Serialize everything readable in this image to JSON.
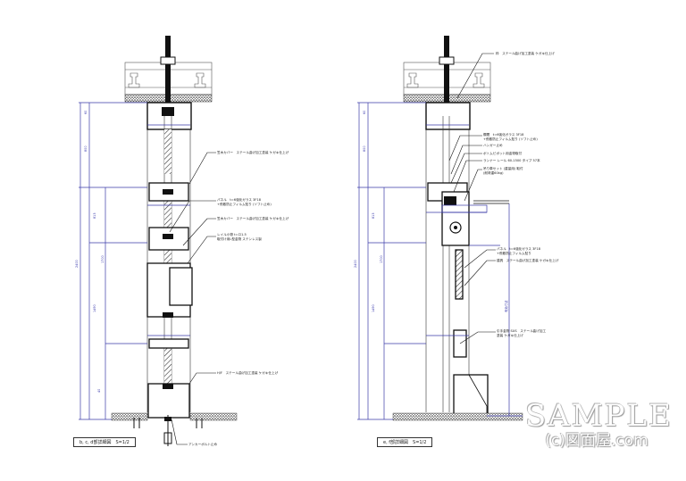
{
  "drawings": [
    {
      "title": "b, c, d部詳細図　S=1/2",
      "labels": [
        "笠木カバー　ステール曲げ加工塗装 ケガキ仕上げ",
        "パネル　t=6強化ガラス 3F18",
        "+飛散防止フィルム貼り (ソフト止め)",
        "笠木カバー　ステール曲げ加工塗装 ケガキ仕上げ",
        "レイル小物 t=ロ1.5",
        "取付け用L型金物 ステンレス製",
        "H/F　ステール曲げ加工塗装 ケガキ仕上げ",
        "アンカーボルト止め"
      ],
      "dims": [
        "60",
        "800",
        "813",
        "1700",
        "1490",
        "2400",
        "40"
      ]
    },
    {
      "title": "e, f部詳細図　S=1/2",
      "labels": [
        "枠　ステール曲げ加工塗装 ケガキ仕上げ",
        "欄間　t=6強化ガラス 3F18",
        "+飛散防止フィルム貼り (ソフト止め)",
        "ハンガー止め",
        "ボトムピボット用金物取付",
        "ランナー レール 60-1500 タイプ 57本",
        "吊り車セット (重量用) 取付",
        "(耐荷重60kg)",
        "パネル　t=6強化ガラス 3F18",
        "+飛散防止フィルム貼り",
        "建具　ステール曲げ加工塗装 ケガキ仕上げ",
        "引手金物 SUS　ステール曲げ加工",
        "塗装 ケガキ仕上げ"
      ],
      "dims": [
        "60",
        "800",
        "813",
        "1700",
        "1490",
        "2400",
        "有効寸法"
      ]
    }
  ],
  "watermark": {
    "main": "SAMPLE",
    "sub": "(c)図面屋.com"
  },
  "colors": {
    "line": "#111111",
    "dimension": "#3a3aa8"
  }
}
